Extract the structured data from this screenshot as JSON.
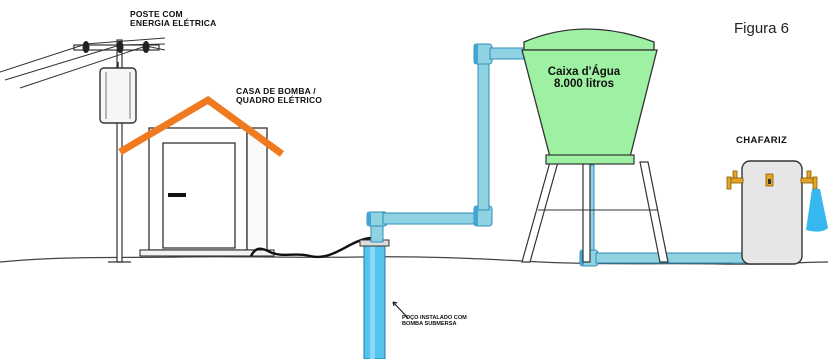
{
  "figure_label": "Figura 6",
  "labels": {
    "pole_line1": "POSTE COM",
    "pole_line2": "ENERGIA ELÉTRICA",
    "house_line1": "CASA DE BOMBA /",
    "house_line2": "QUADRO ELÉTRICO",
    "tank_line1": "Caixa d'Água",
    "tank_line2": "8.000 litros",
    "fountain": "CHAFARIZ",
    "well_line1": "POÇO INSTALADO COM",
    "well_line2": "BOMBA SUBMERSA"
  },
  "colors": {
    "pipe": "#8fd3e3",
    "pipe_dark": "#3fa9d8",
    "tank": "#9ef0a3",
    "roof": "#ef7a1f",
    "water": "#36b8ef",
    "faucet": "#e1a527",
    "fountain_body": "#e6e6e6"
  }
}
